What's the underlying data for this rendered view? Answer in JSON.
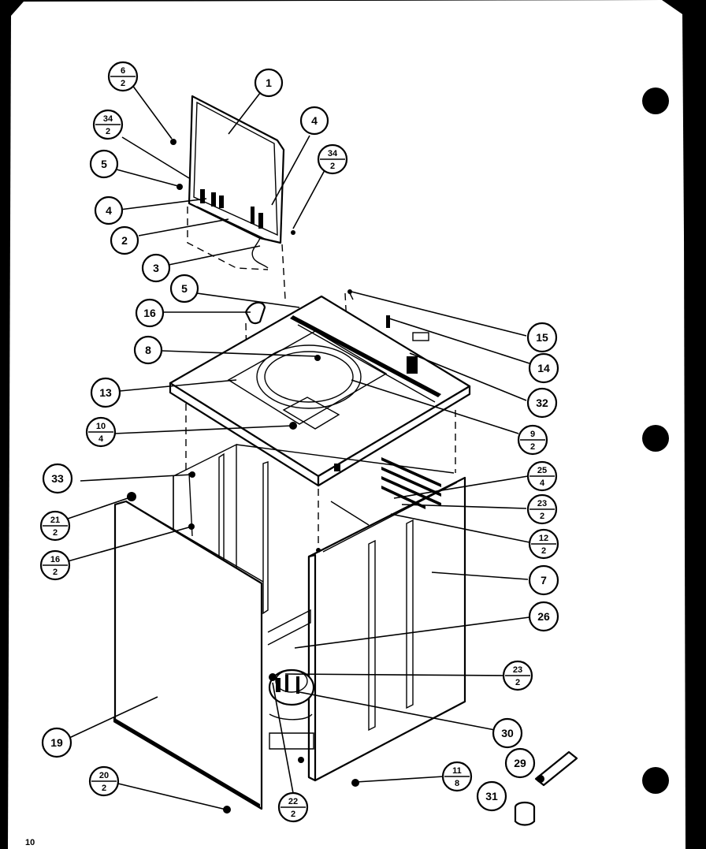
{
  "page_number": "10",
  "callouts": {
    "c1": {
      "top": "1"
    },
    "c2": {
      "top": "2"
    },
    "c3": {
      "top": "3"
    },
    "c4a": {
      "top": "4"
    },
    "c4b": {
      "top": "4"
    },
    "c5a": {
      "top": "5"
    },
    "c5b": {
      "top": "5"
    },
    "c6": {
      "top": "6",
      "bottom": "2"
    },
    "c7": {
      "top": "7"
    },
    "c8": {
      "top": "8"
    },
    "c9": {
      "top": "9",
      "bottom": "2"
    },
    "c10": {
      "top": "10",
      "bottom": "4"
    },
    "c11": {
      "top": "11",
      "bottom": "8"
    },
    "c12": {
      "top": "12",
      "bottom": "2"
    },
    "c13": {
      "top": "13"
    },
    "c14": {
      "top": "14"
    },
    "c15": {
      "top": "15"
    },
    "c16a": {
      "top": "16"
    },
    "c16b": {
      "top": "16",
      "bottom": "2"
    },
    "c19": {
      "top": "19"
    },
    "c20": {
      "top": "20",
      "bottom": "2"
    },
    "c21": {
      "top": "21",
      "bottom": "2"
    },
    "c22": {
      "top": "22",
      "bottom": "2"
    },
    "c23a": {
      "top": "23",
      "bottom": "2"
    },
    "c23b": {
      "top": "23",
      "bottom": "2"
    },
    "c25": {
      "top": "25",
      "bottom": "4"
    },
    "c26": {
      "top": "26"
    },
    "c29": {
      "top": "29"
    },
    "c30": {
      "top": "30"
    },
    "c31": {
      "top": "31"
    },
    "c32": {
      "top": "32"
    },
    "c33": {
      "top": "33"
    },
    "c34a": {
      "top": "34",
      "bottom": "2"
    },
    "c34b": {
      "top": "34",
      "bottom": "2"
    }
  }
}
